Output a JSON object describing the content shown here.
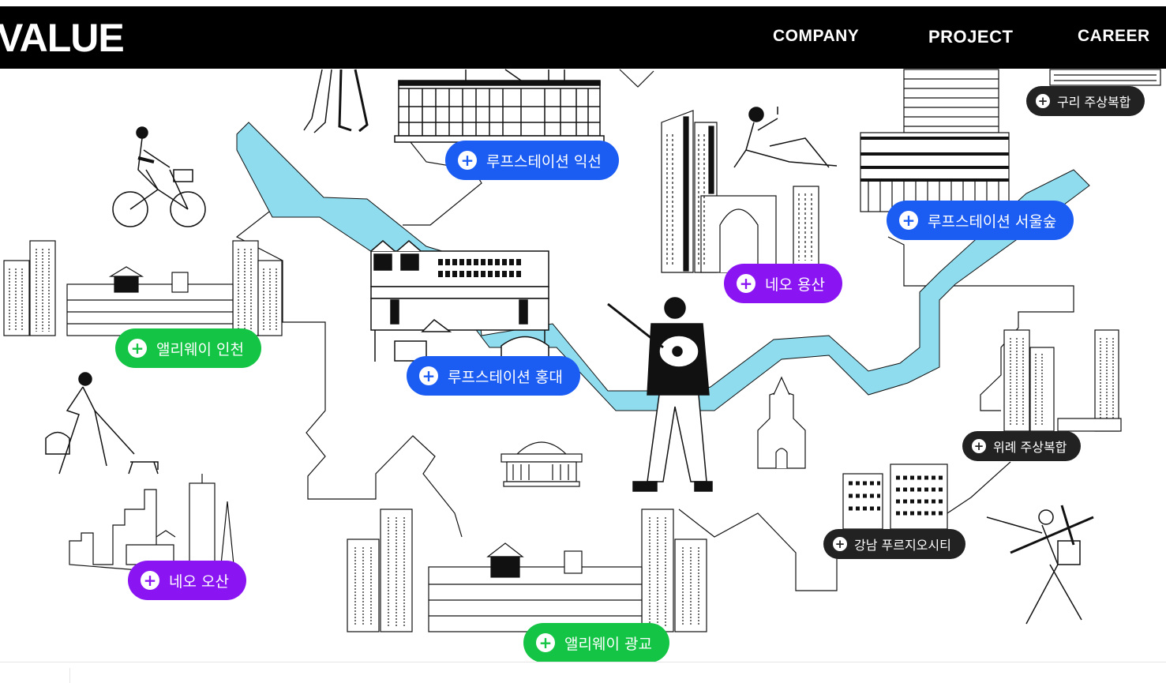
{
  "brand": {
    "logo_text": "VALUE"
  },
  "nav": {
    "items": [
      "COMPANY",
      "PROJECT",
      "CAREER"
    ],
    "active": "PROJECT"
  },
  "colors": {
    "header_bg": "#000000",
    "river": "#8fdcee",
    "blue": "#1b5cf2",
    "green": "#14c444",
    "purple": "#8a14f2",
    "dark": "#222222"
  },
  "projects": [
    {
      "label": "루프스테이션 익선",
      "color": "blue",
      "icon": "plus-icon"
    },
    {
      "label": "구리 주상복합",
      "color": "dark",
      "icon": "plus-icon"
    },
    {
      "label": "루프스테이션 서울숲",
      "color": "blue",
      "icon": "plus-icon"
    },
    {
      "label": "네오 용산",
      "color": "purple",
      "icon": "plus-icon"
    },
    {
      "label": "앨리웨이 인천",
      "color": "green",
      "icon": "plus-icon"
    },
    {
      "label": "루프스테이션 홍대",
      "color": "blue",
      "icon": "plus-icon"
    },
    {
      "label": "위례 주상복합",
      "color": "dark",
      "icon": "plus-icon"
    },
    {
      "label": "강남 푸르지오시티",
      "color": "dark",
      "icon": "plus-icon"
    },
    {
      "label": "네오 오산",
      "color": "purple",
      "icon": "plus-icon"
    },
    {
      "label": "앨리웨이 광교",
      "color": "green",
      "icon": "plus-icon"
    }
  ]
}
